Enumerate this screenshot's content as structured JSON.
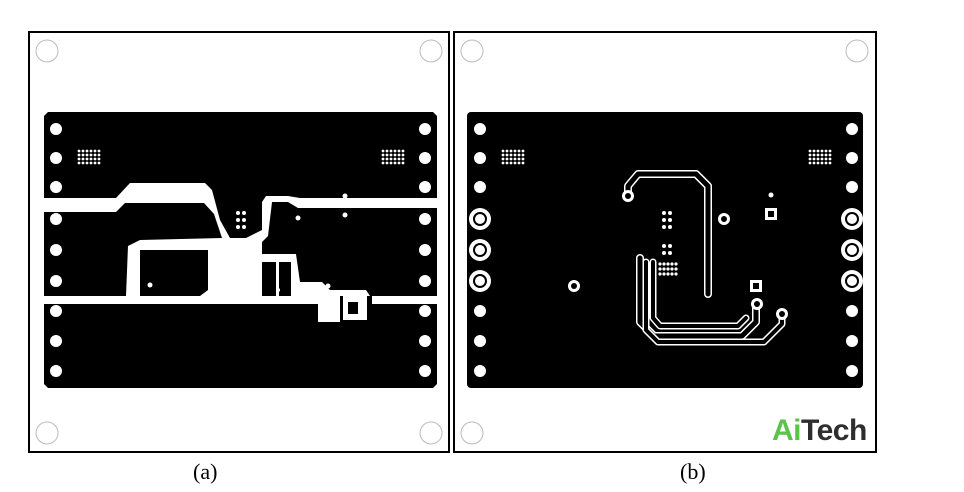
{
  "figure": {
    "panel_a": {
      "caption": "(a)"
    },
    "panel_b": {
      "caption": "(b)"
    }
  },
  "watermark": {
    "prefix": "Ai",
    "suffix": "Tech",
    "prefix_color": "#5cc24a",
    "suffix_color": "#2e2e2e"
  },
  "colors": {
    "copper": "#000000",
    "board": "#ffffff",
    "outline": "#000000"
  }
}
